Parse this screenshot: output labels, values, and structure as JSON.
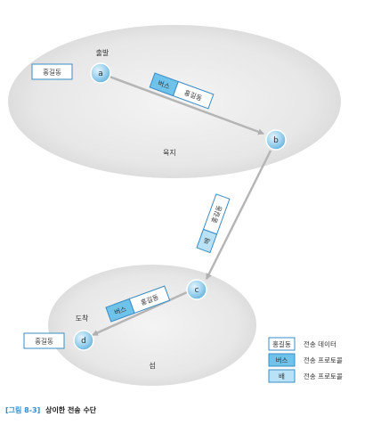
{
  "regions": {
    "mainland": "육지",
    "island": "섬"
  },
  "places": {
    "departure": "출발",
    "arrival": "도착"
  },
  "nodes": {
    "a": "a",
    "b": "b",
    "c": "c",
    "d": "d"
  },
  "person": "홍길동",
  "vehicles": {
    "bus": "버스",
    "ship": "배"
  },
  "legend": {
    "data_label": "전송 데이터",
    "bus_protocol_label": "전송 프로토콜",
    "ship_protocol_label": "전송 프로토콜"
  },
  "caption": {
    "number": "[그림 8-3]",
    "title": "상이한 전송 수단"
  },
  "colors": {
    "ellipse_fill": "#e9e9e9",
    "node_fill": "#9fd3ef",
    "bus_fill": "#6fc3ea",
    "ship_fill": "#b9e2f6",
    "box_border": "#3a8cc4",
    "caption_accent": "#2b8fd0",
    "line": "#b5b5b5"
  }
}
